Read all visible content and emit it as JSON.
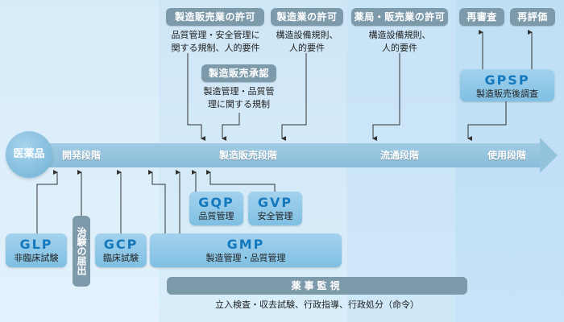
{
  "diagram": {
    "center_label": "医薬品",
    "stages": [
      {
        "label": "開発段階"
      },
      {
        "label": "製造販売段階"
      },
      {
        "label": "流通段階"
      },
      {
        "label": "使用段階"
      }
    ],
    "top_permits": [
      {
        "title": "製造販売業の許可",
        "note_lines": [
          "品質管理・安全管理に",
          "関する規制、人的要件"
        ]
      },
      {
        "title": "製造業の許可",
        "note_lines": [
          "構造設備規則、",
          "人的要件"
        ]
      },
      {
        "title": "薬局・販売業の許可",
        "note_lines": [
          "構造設備規則、",
          "人的要件"
        ]
      }
    ],
    "approval": {
      "title": "製造販売承認",
      "note_lines": [
        "製造管理・品質管",
        "理に関する規制"
      ]
    },
    "post_market": {
      "reexamination": "再審査",
      "reevaluation": "再評価",
      "gpsp": {
        "acronym": "GPSP",
        "label": "製造販売後調査"
      }
    },
    "standards": {
      "glp": {
        "acronym": "GLP",
        "label": "非臨床試験"
      },
      "trial_notice": "治験の届出",
      "gcp": {
        "acronym": "GCP",
        "label": "臨床試験"
      },
      "gqp": {
        "acronym": "GQP",
        "label": "品質管理"
      },
      "gvp": {
        "acronym": "GVP",
        "label": "安全管理"
      },
      "gmp": {
        "acronym": "GMP",
        "label": "製造管理・品質管理"
      }
    },
    "surveillance": {
      "title": "薬事監視",
      "note": "立入検査・収去試験、行政指導、行政処分（命令）"
    },
    "colors": {
      "pill_gray": "#7d9aab",
      "acronym_blue": "#1478bd",
      "band_blue": "#93c3dd",
      "line": "#333333"
    }
  }
}
